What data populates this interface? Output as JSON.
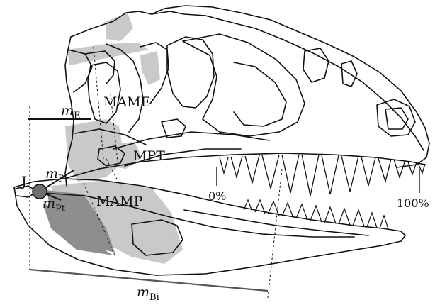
{
  "labels": {
    "mame": "MAME",
    "mpt": "MPT",
    "mamp": "MAMP",
    "joint": "J",
    "m_e": {
      "base": "m",
      "sub": "E"
    },
    "m_p": {
      "base": "m",
      "sub": "P"
    },
    "m_pt": {
      "base": "m",
      "sub": "Pt"
    },
    "m_bi": {
      "base": "m",
      "sub": "Bi"
    },
    "pct_start": "0%",
    "pct_end": "100%"
  },
  "colors": {
    "outline": "#111111",
    "muscle_light": "#c9c9c9",
    "muscle_dark": "#8e8e8e",
    "joint": "#6e6e6e"
  }
}
